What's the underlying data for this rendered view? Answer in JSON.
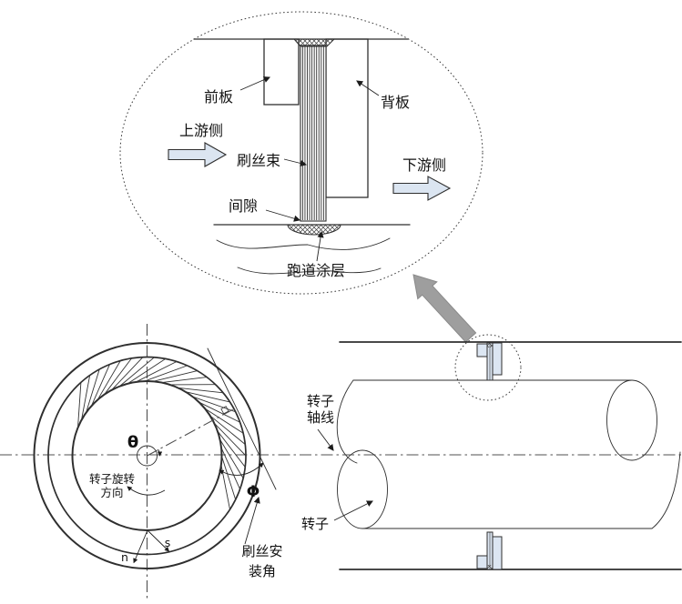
{
  "detail_view": {
    "front_plate": "前板",
    "back_plate": "背板",
    "upstream_side": "上游侧",
    "bristle_bundle": "刷丝束",
    "downstream_side": "下游侧",
    "clearance": "间隙",
    "runway_coating": "跑道涂层"
  },
  "front_view": {
    "theta": "θ",
    "phi": "Φ",
    "rotation_line1": "转子旋转",
    "rotation_line2": "方向",
    "tangential": "s",
    "normal": "n",
    "install_angle_line1": "刷丝安",
    "install_angle_line2": "装角"
  },
  "side_view": {
    "rotor_axis_line1": "转子",
    "rotor_axis_line2": "轴线",
    "rotor": "转子"
  },
  "colors": {
    "plate_fill": "#dce6f2",
    "flow_arrow_fill": "#dbe5f1",
    "pointer_arrow_fill": "#9e9e9e",
    "line": "#2f2f2f",
    "background": "#ffffff"
  }
}
